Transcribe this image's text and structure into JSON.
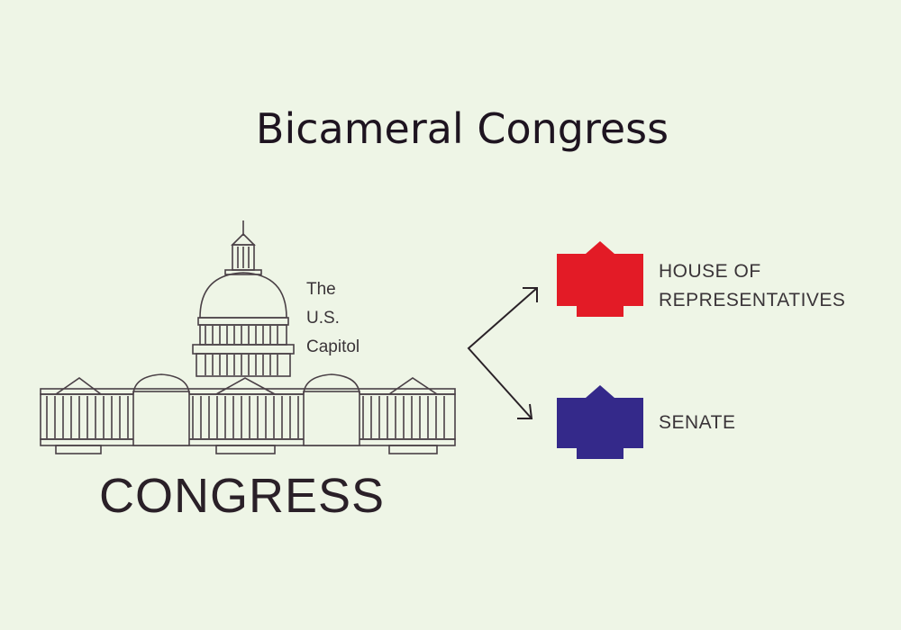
{
  "title": "Bicameral Congress",
  "capitol_label": [
    "The",
    "U.S.",
    "Capitol"
  ],
  "congress_label": "CONGRESS",
  "house": {
    "line1": "HOUSE OF",
    "line2": "REPRESENTATIVES",
    "color": "#e31b26"
  },
  "senate": {
    "label": "SENATE",
    "color": "#34298a"
  },
  "line_color": "#3a3036"
}
